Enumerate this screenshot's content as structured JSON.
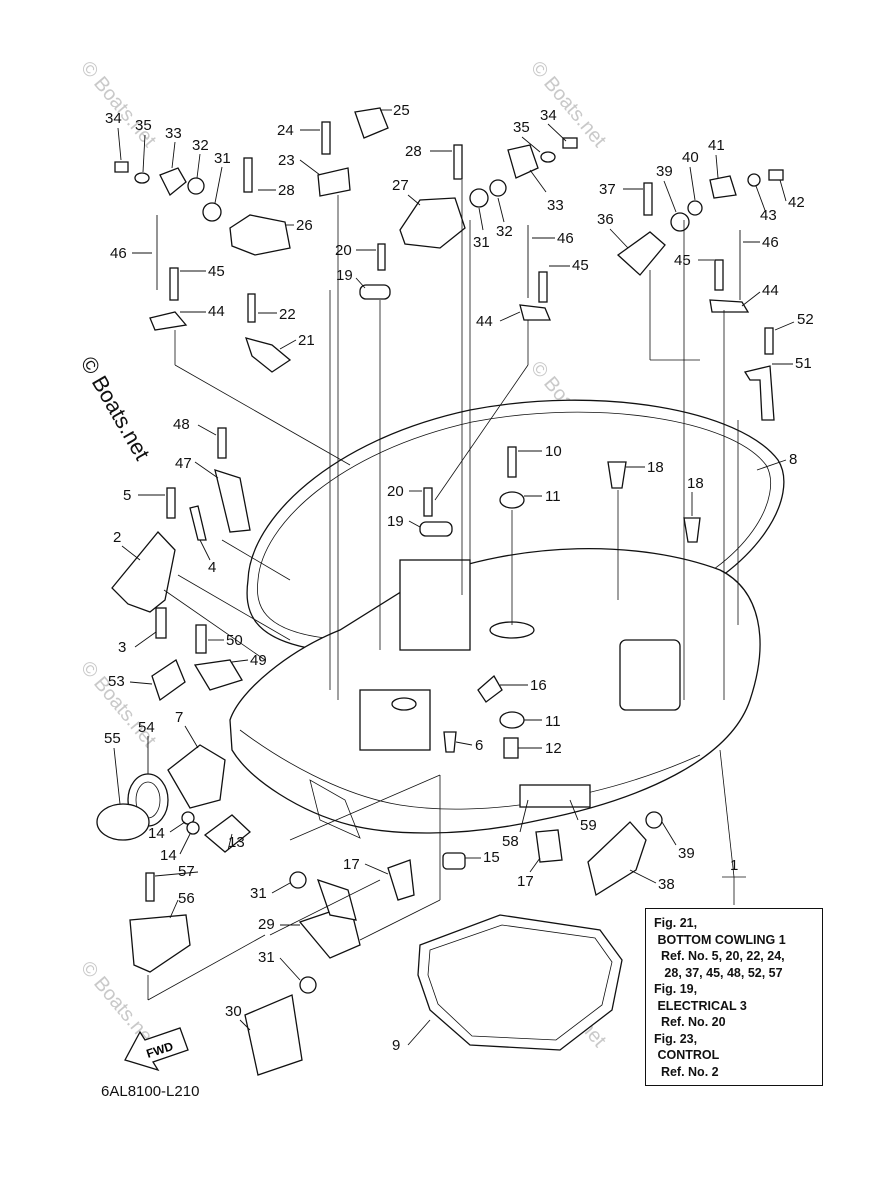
{
  "diagram": {
    "part_code": "6AL8100-L210",
    "fwd_label": "FWD",
    "watermark": "© Boats.net",
    "callouts": [
      "1",
      "2",
      "3",
      "4",
      "5",
      "6",
      "7",
      "8",
      "9",
      "10",
      "11",
      "12",
      "13",
      "14",
      "15",
      "16",
      "17",
      "18",
      "19",
      "20",
      "21",
      "22",
      "23",
      "24",
      "25",
      "26",
      "27",
      "28",
      "29",
      "30",
      "31",
      "32",
      "33",
      "34",
      "35",
      "36",
      "37",
      "38",
      "39",
      "40",
      "41",
      "42",
      "43",
      "44",
      "45",
      "46",
      "47",
      "48",
      "49",
      "50",
      "51",
      "52",
      "53",
      "54",
      "55",
      "56",
      "57",
      "58",
      "59"
    ],
    "reference_box": {
      "lines": [
        "Fig. 21,",
        " BOTTOM COWLING 1",
        "  Ref. No. 5, 20, 22, 24,",
        "   28, 37, 45, 48, 52, 57",
        "Fig. 19,",
        " ELECTRICAL 3",
        "  Ref. No. 20",
        "Fig. 23,",
        " CONTROL",
        "  Ref. No. 2"
      ]
    }
  }
}
